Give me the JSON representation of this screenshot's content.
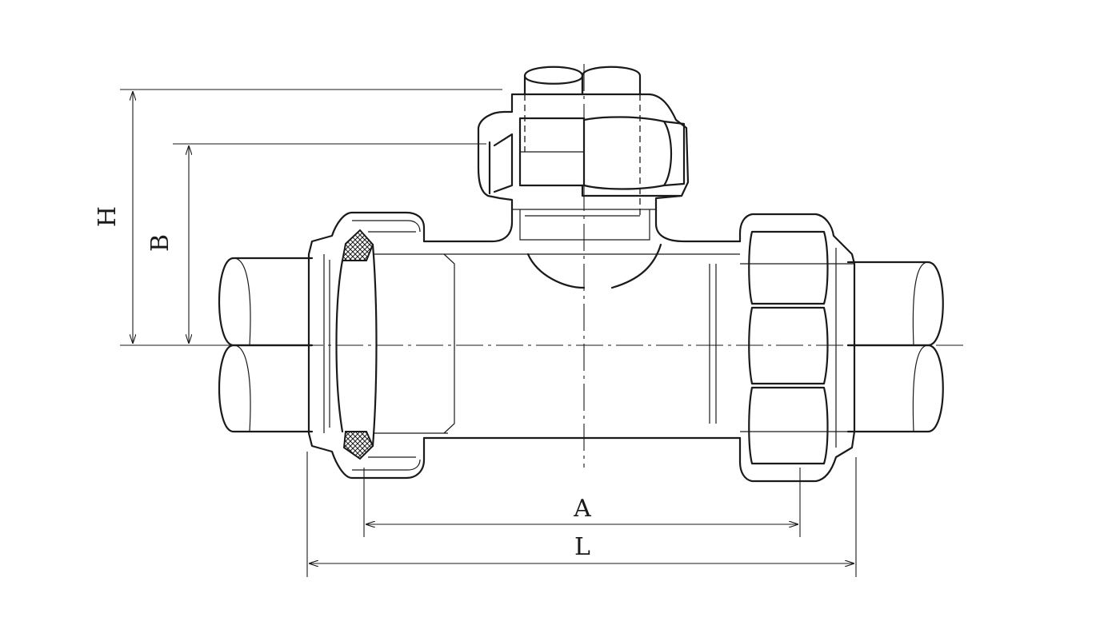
{
  "labels": {
    "H": "H",
    "B": "B",
    "A": "A",
    "L": "L"
  }
}
